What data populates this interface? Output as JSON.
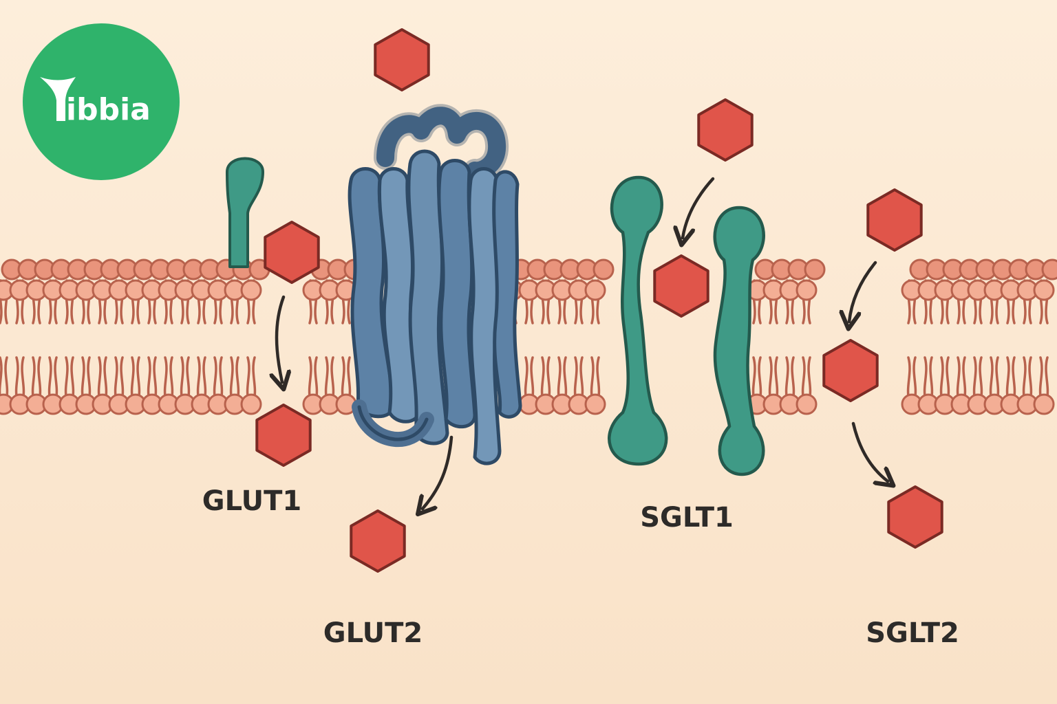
{
  "logo": {
    "text": "ibbia",
    "color": "#2fb36b"
  },
  "transporters": [
    {
      "id": "glut1",
      "label": "GLUT1"
    },
    {
      "id": "glut2",
      "label": "GLUT2"
    },
    {
      "id": "sglt1",
      "label": "SGLT1"
    },
    {
      "id": "sglt2",
      "label": "SGLT2"
    }
  ],
  "colors": {
    "background": "#fbe6cf",
    "lipid_head": "#f3ae95",
    "lipid_outline": "#b8624d",
    "glucose": "#e0554a",
    "glucose_outline": "#7a2a24",
    "glut2_protein": "#6b8fb0",
    "sglt_protein": "#3f9a86",
    "arrow": "#2f2a27"
  }
}
